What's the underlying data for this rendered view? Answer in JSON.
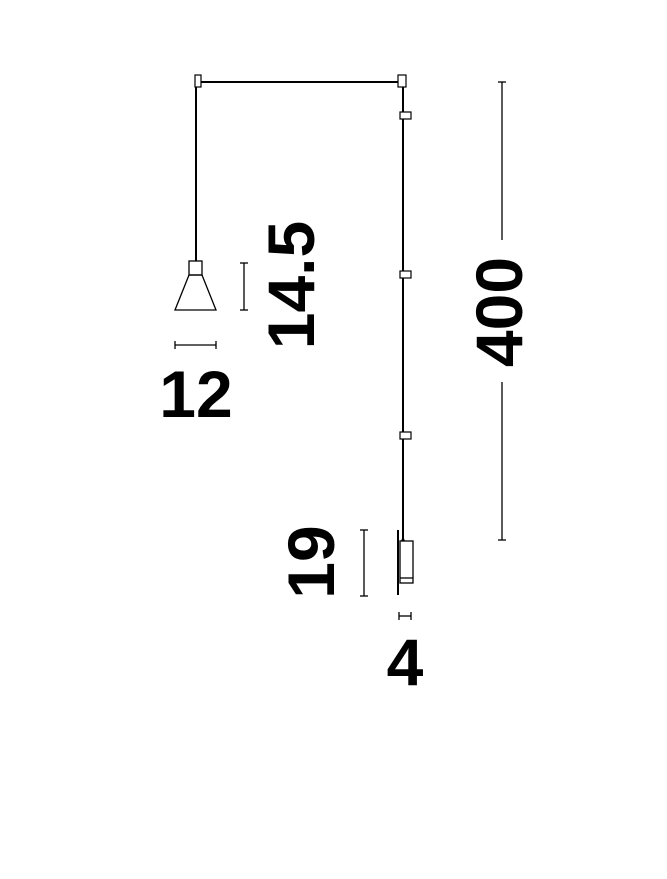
{
  "dimensions": {
    "shade_height": "14.5",
    "shade_width": "12",
    "total_length": "400",
    "base_height": "19",
    "base_depth": "4"
  },
  "colors": {
    "line": "#000000",
    "background": "#ffffff"
  }
}
